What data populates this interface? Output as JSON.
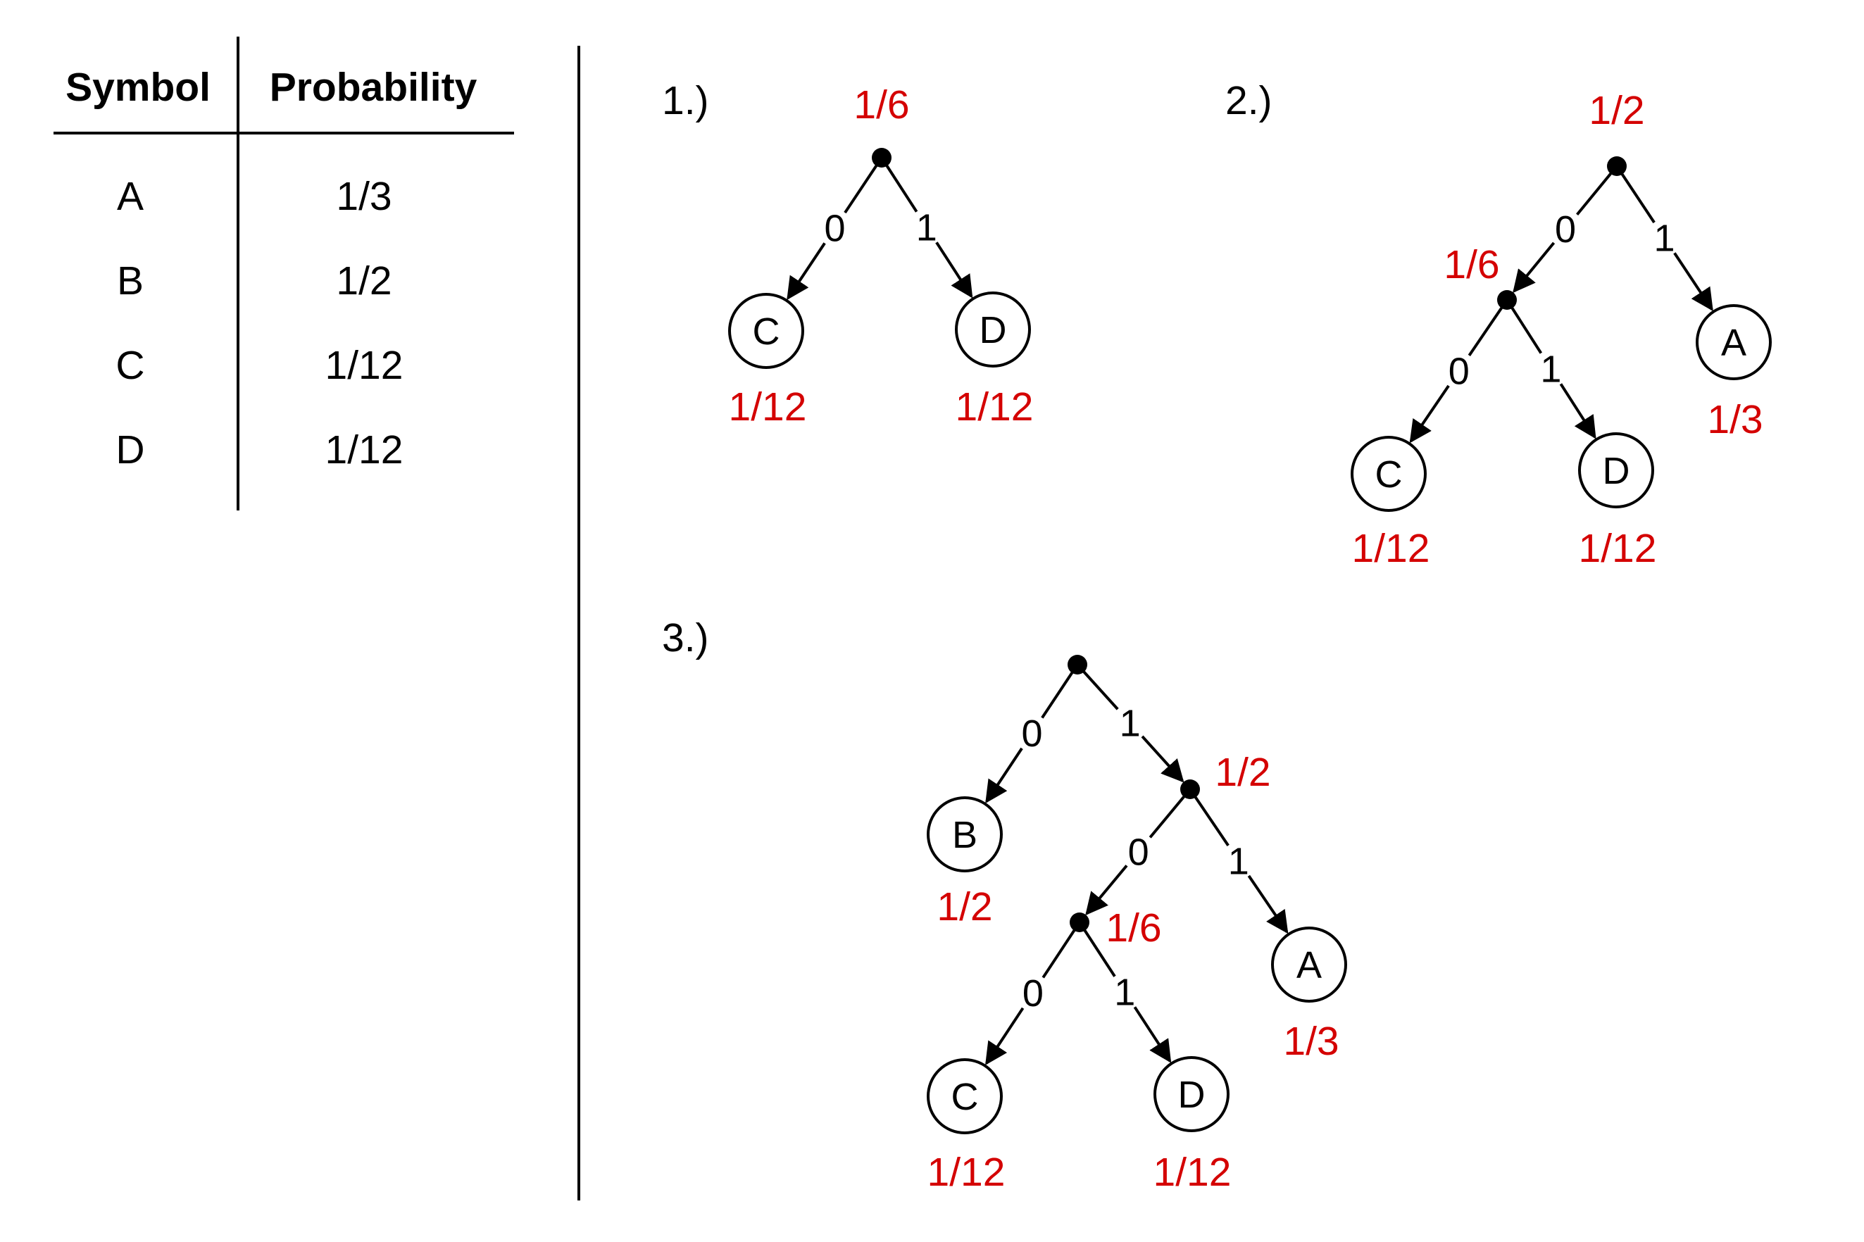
{
  "table": {
    "headers": {
      "symbol": "Symbol",
      "probability": "Probability"
    },
    "rows": [
      {
        "symbol": "A",
        "probability": "1/3"
      },
      {
        "symbol": "B",
        "probability": "1/2"
      },
      {
        "symbol": "C",
        "probability": "1/12"
      },
      {
        "symbol": "D",
        "probability": "1/12"
      }
    ]
  },
  "steps": [
    {
      "label": "1.)"
    },
    {
      "label": "2.)"
    },
    {
      "label": "3.)"
    }
  ],
  "trees": [
    {
      "id": "tree1",
      "nodes": {
        "r": {
          "kind": "internal",
          "prob": "1/6"
        },
        "c": {
          "kind": "leaf",
          "symbol": "C",
          "prob": "1/12"
        },
        "d": {
          "kind": "leaf",
          "symbol": "D",
          "prob": "1/12"
        }
      },
      "edges": [
        {
          "from": "r",
          "to": "c",
          "bit": "0"
        },
        {
          "from": "r",
          "to": "d",
          "bit": "1"
        }
      ]
    },
    {
      "id": "tree2",
      "nodes": {
        "r": {
          "kind": "internal",
          "prob": "1/2"
        },
        "n": {
          "kind": "internal",
          "prob": "1/6"
        },
        "a": {
          "kind": "leaf",
          "symbol": "A",
          "prob": "1/3"
        },
        "c": {
          "kind": "leaf",
          "symbol": "C",
          "prob": "1/12"
        },
        "d": {
          "kind": "leaf",
          "symbol": "D",
          "prob": "1/12"
        }
      },
      "edges": [
        {
          "from": "r",
          "to": "n",
          "bit": "0"
        },
        {
          "from": "r",
          "to": "a",
          "bit": "1"
        },
        {
          "from": "n",
          "to": "c",
          "bit": "0"
        },
        {
          "from": "n",
          "to": "d",
          "bit": "1"
        }
      ]
    },
    {
      "id": "tree3",
      "nodes": {
        "r": {
          "kind": "internal",
          "prob": ""
        },
        "m": {
          "kind": "internal",
          "prob": "1/2"
        },
        "n": {
          "kind": "internal",
          "prob": "1/6"
        },
        "b": {
          "kind": "leaf",
          "symbol": "B",
          "prob": "1/2"
        },
        "a": {
          "kind": "leaf",
          "symbol": "A",
          "prob": "1/3"
        },
        "c": {
          "kind": "leaf",
          "symbol": "C",
          "prob": "1/12"
        },
        "d": {
          "kind": "leaf",
          "symbol": "D",
          "prob": "1/12"
        }
      },
      "edges": [
        {
          "from": "r",
          "to": "b",
          "bit": "0"
        },
        {
          "from": "r",
          "to": "m",
          "bit": "1"
        },
        {
          "from": "m",
          "to": "n",
          "bit": "0"
        },
        {
          "from": "m",
          "to": "a",
          "bit": "1"
        },
        {
          "from": "n",
          "to": "c",
          "bit": "0"
        },
        {
          "from": "n",
          "to": "d",
          "bit": "1"
        }
      ]
    }
  ]
}
